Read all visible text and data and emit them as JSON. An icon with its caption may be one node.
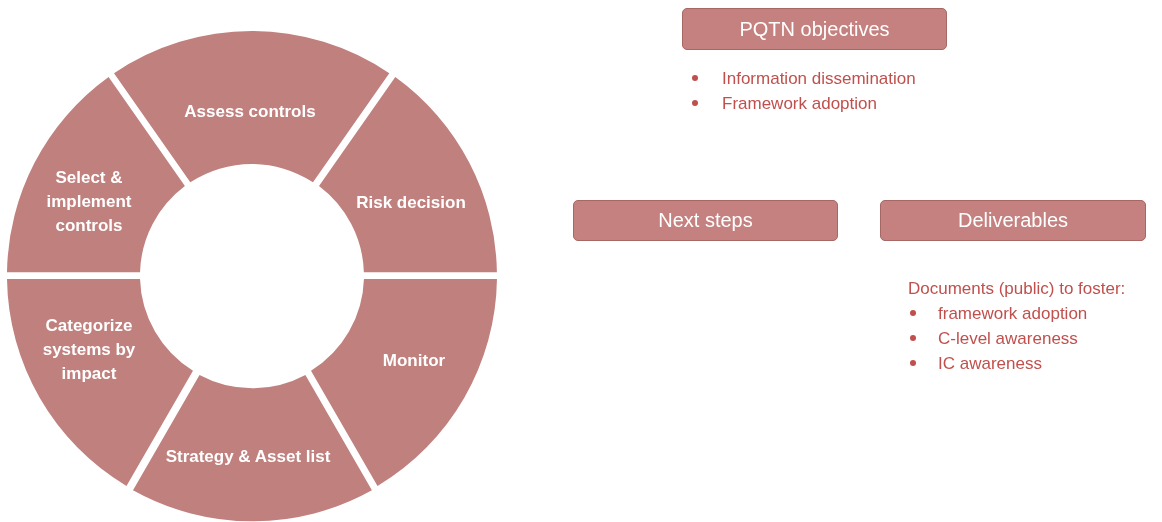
{
  "diagram": {
    "nodes": [
      {
        "text": [
          "Assess controls"
        ]
      },
      {
        "text": [
          "Select & implement controls"
        ]
      },
      {
        "text": [
          "Risk decision"
        ]
      },
      {
        "text": [
          "Categorize systems by impact"
        ]
      },
      {
        "text": [
          "Monitor"
        ]
      },
      {
        "text": [
          "Strategy & Asset list"
        ]
      },
      {
        "text": [
          "PQTN objectives"
        ],
        "beside": [
          "Information dissemination",
          "Framework adoption"
        ]
      },
      {
        "text": [
          "Next steps"
        ]
      },
      {
        "text": [
          "Deliverables"
        ],
        "beside": [
          "Documents (public) to foster:",
          "framework adoption",
          "C-level awareness",
          "IC awareness"
        ]
      }
    ],
    "edges": []
  }
}
